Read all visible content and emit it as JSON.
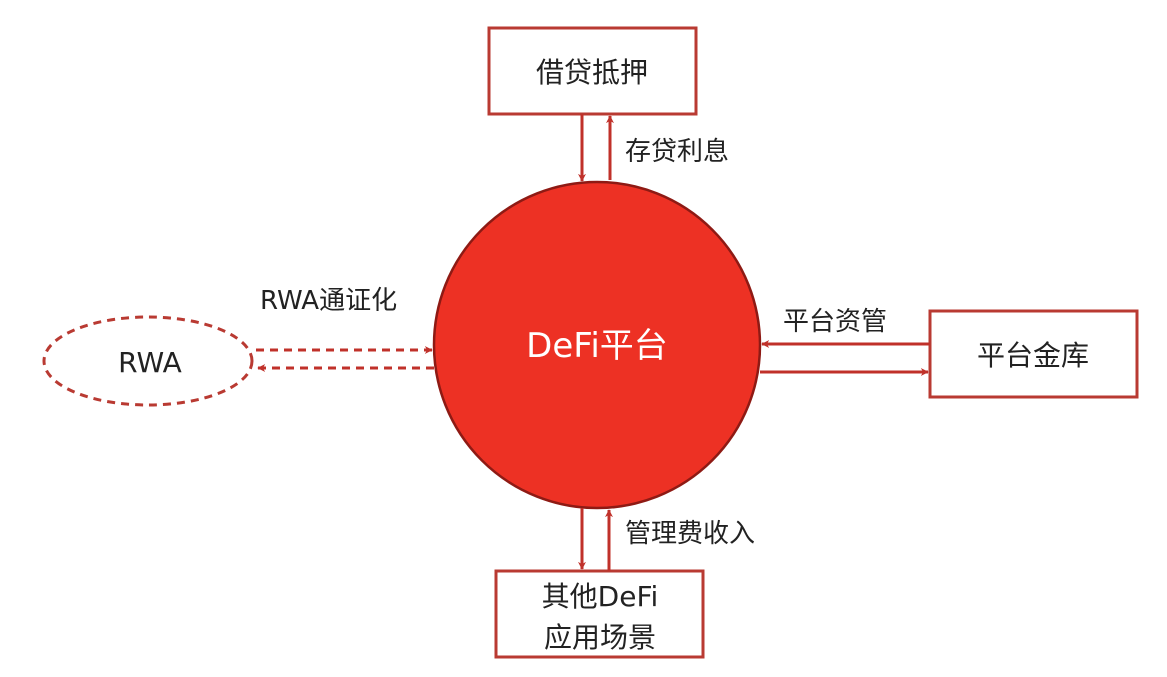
{
  "title": "DeFi平台资金流向图",
  "colors": {
    "center_fill": "#ED3124",
    "center_stroke": "#8E1A14",
    "line": "#C0312A",
    "box_stroke": "#B93A32",
    "text": "#222222",
    "center_text": "#FFFFFF"
  },
  "center": {
    "label": "DeFi平台"
  },
  "nodes": {
    "top": {
      "label": "借贷抵押"
    },
    "right": {
      "label": "平台金库"
    },
    "bottom": {
      "lines": [
        "其他DeFi",
        "应用场景"
      ]
    },
    "left": {
      "label": "RWA"
    }
  },
  "edge_labels": {
    "top": "存贷利息",
    "right": "平台资管",
    "bottom": "管理费收入",
    "left": "RWA通证化"
  }
}
